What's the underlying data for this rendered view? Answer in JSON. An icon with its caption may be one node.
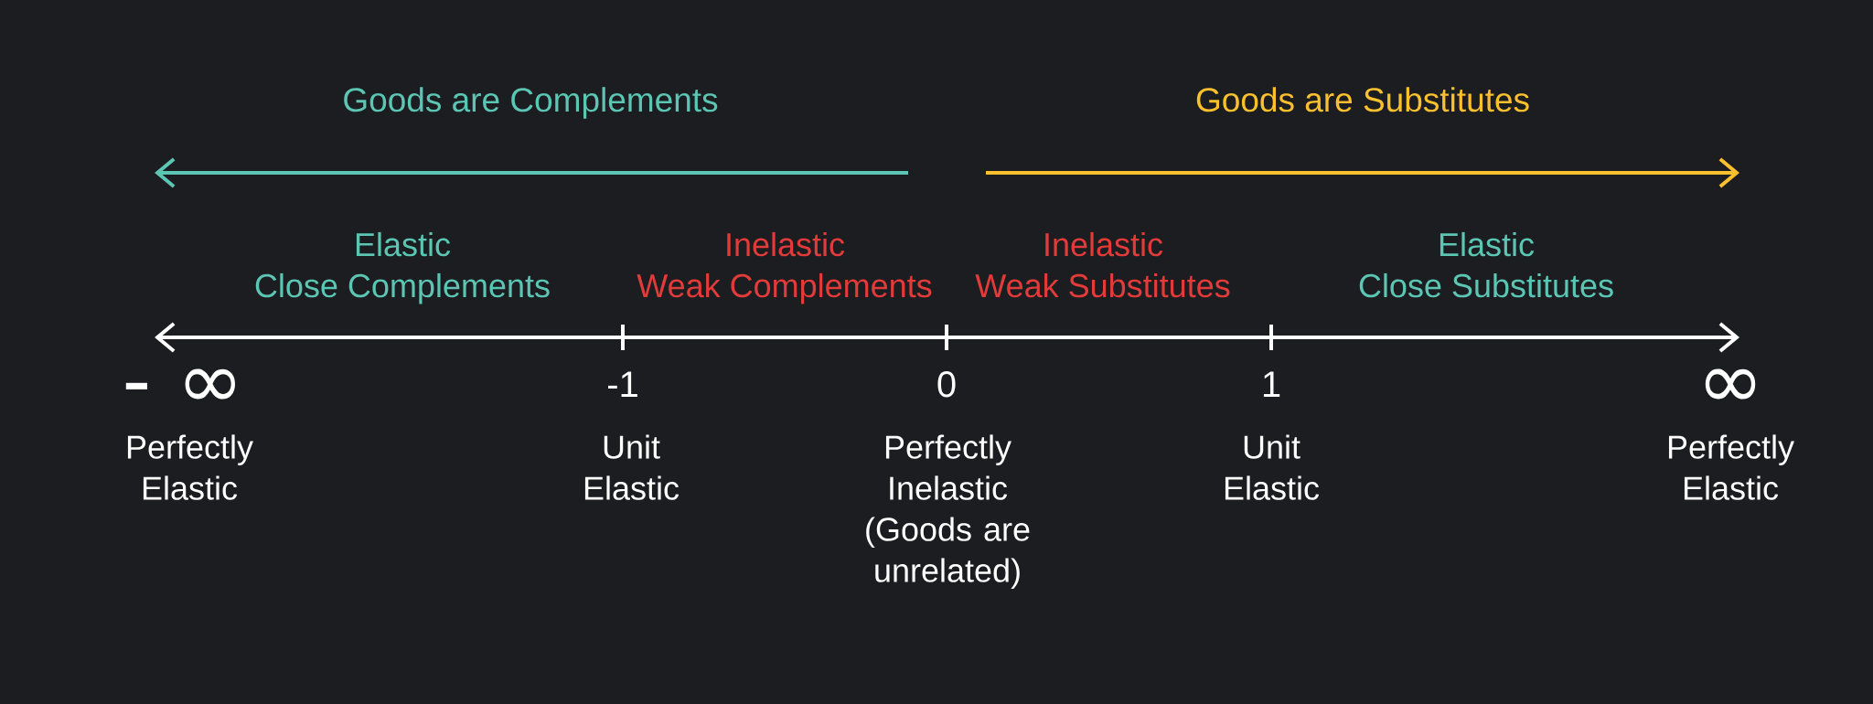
{
  "diagram": {
    "labels": [
      "Goods are Complements",
      "Goods are Substitutes",
      "Elastic",
      "Close Complements",
      "Inelastic",
      "Weak Complements",
      "Inelastic",
      "Weak Substitutes",
      "Elastic",
      "Close Substitutes",
      "- ∞",
      "-1",
      "0",
      "1",
      "∞",
      "Perfectly Elastic",
      "Unit Elastic",
      "Perfectly Inelastic (Goods are unrelated)",
      "Unit Elastic",
      "Perfectly Elastic"
    ]
  }
}
